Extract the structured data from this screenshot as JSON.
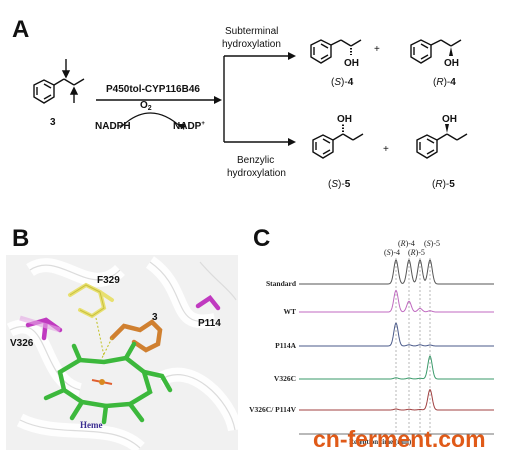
{
  "panels": {
    "a": "A",
    "b": "B",
    "c": "C"
  },
  "scheme": {
    "substrate_num": "3",
    "enzyme": "P450tol-CYP116B46",
    "o2": "O",
    "o2_sub": "2",
    "cofactor_in": "NADPH",
    "cofactor_out": "NADP",
    "cofactor_out_sup": "+",
    "route1_line1": "Subterminal",
    "route1_line2": "hydroxylation",
    "route2_line1": "Benzylic",
    "route2_line2": "hydroxylation",
    "oh": "OH",
    "plus": "+",
    "prod_s4_pre": "(",
    "prod_s4_stereo": "S",
    "prod_s4_post": ")-",
    "prod_s4_num": "4",
    "prod_r4_pre": "(",
    "prod_r4_stereo": "R",
    "prod_r4_post": ")-",
    "prod_r4_num": "4",
    "prod_s5_pre": "(",
    "prod_s5_stereo": "S",
    "prod_s5_post": ")-",
    "prod_s5_num": "5",
    "prod_r5_pre": "(",
    "prod_r5_stereo": "R",
    "prod_r5_post": ")-",
    "prod_r5_num": "5"
  },
  "structure": {
    "res_f329": "F329",
    "res_v326": "V326",
    "res_p114": "P114",
    "ligand": "3",
    "heme": "Heme"
  },
  "chromatogram": {
    "xlabel": "Retention time (min)",
    "peak_labels": [
      {
        "pre": "(",
        "stereo": "S",
        "post": ")-4"
      },
      {
        "pre": "(",
        "stereo": "R",
        "post": ")-4"
      },
      {
        "pre": "(",
        "stereo": "R",
        "post": ")-5"
      },
      {
        "pre": "(",
        "stereo": "S",
        "post": ")-5"
      }
    ],
    "traces": [
      {
        "name": "Standard",
        "color": "#555555",
        "peaks": [
          1.0,
          1.0,
          1.0,
          1.0
        ]
      },
      {
        "name": "WT",
        "color": "#c06ac0",
        "peaks": [
          0.9,
          0.45,
          0.15,
          0.05
        ]
      },
      {
        "name": "P114A",
        "color": "#4a5a8a",
        "peaks": [
          0.95,
          0.05,
          0.05,
          0.04
        ]
      },
      {
        "name": "V326C",
        "color": "#3a9a6a",
        "peaks": [
          0.05,
          0.04,
          0.03,
          0.95
        ]
      },
      {
        "name": "V326C/ P114V",
        "color": "#a04040",
        "peaks": [
          0.04,
          0.03,
          0.02,
          0.85
        ]
      }
    ]
  },
  "watermark": {
    "text": "cn-ferment.com",
    "color": "#e05a18"
  }
}
